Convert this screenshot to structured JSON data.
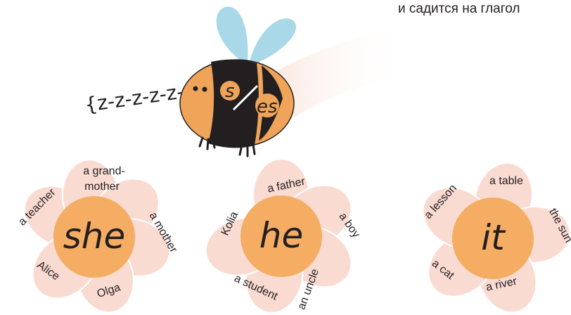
{
  "caption": "и садится на глагол",
  "buzz_text": "{z-z-z-z-z-z}",
  "bee": {
    "body_text_1": "s",
    "body_text_2": "es"
  },
  "colors": {
    "petal": "#fadbd2",
    "center": "#f4ad63",
    "bee_orange": "#efa45a",
    "bee_dark": "#231f20",
    "wing": "#a9d9e9"
  },
  "flowers": [
    {
      "pronoun": "she",
      "petals": [
        "a teacher",
        "a grand-",
        "mother",
        "a mother",
        "Olga",
        "Alice"
      ]
    },
    {
      "pronoun": "he",
      "petals": [
        "a father",
        "a boy",
        "an uncle",
        "a student",
        "Kolia"
      ]
    },
    {
      "pronoun": "it",
      "petals": [
        "a table",
        "the sun",
        "a river",
        "a cat",
        "a lesson"
      ]
    }
  ]
}
